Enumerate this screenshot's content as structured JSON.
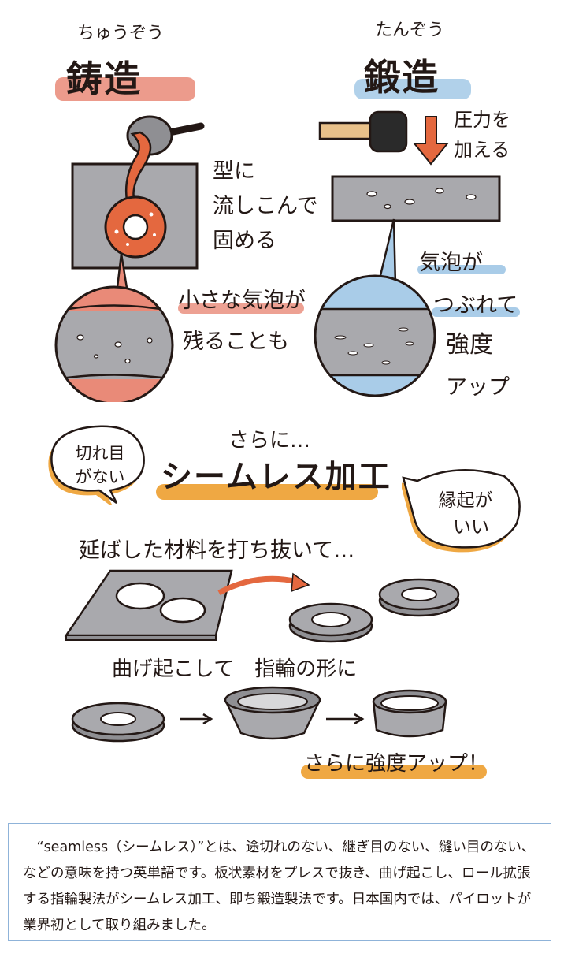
{
  "casting": {
    "reading": "ちゅうぞう",
    "title": "鋳造",
    "note_lines": [
      "型に",
      "流しこんで",
      "固める"
    ],
    "bubble_note_lines": [
      "小さな気泡が",
      "残ることも"
    ]
  },
  "forging": {
    "reading": "たんぞう",
    "title": "鍛造",
    "press_lines": [
      "圧力を",
      "加える"
    ],
    "bubble_note_lines": [
      "気泡が",
      "つぶれて",
      "強度",
      "アップ"
    ]
  },
  "seamless": {
    "prefix": "さらに…",
    "title": "シームレス加工",
    "left_bubble_lines": [
      "切れ目",
      "がない"
    ],
    "right_bubble_lines": [
      "縁起が",
      "いい"
    ],
    "step1": "延ばした材料を打ち抜いて…",
    "step2": "曲げ起こして　指輪の形に",
    "final": "さらに強度アップ！"
  },
  "caption": "“seamless（シームレス）”とは、途切れのない、継ぎ目のない、縫い目のない、などの意味を持つ英単語です。板状素材をプレスで抜き、曲げ起こし、ロール拡張する指輪製法がシームレス加工、即ち鍛造製法です。日本国内では、パイロットが業界初として取り組みました。",
  "colors": {
    "casting_accent": "#e98a78",
    "forging_accent": "#a9cce8",
    "seamless_accent": "#efa843",
    "metal_gray": "#a9a9ad",
    "ink": "#231815",
    "molten": "#e4683f"
  }
}
